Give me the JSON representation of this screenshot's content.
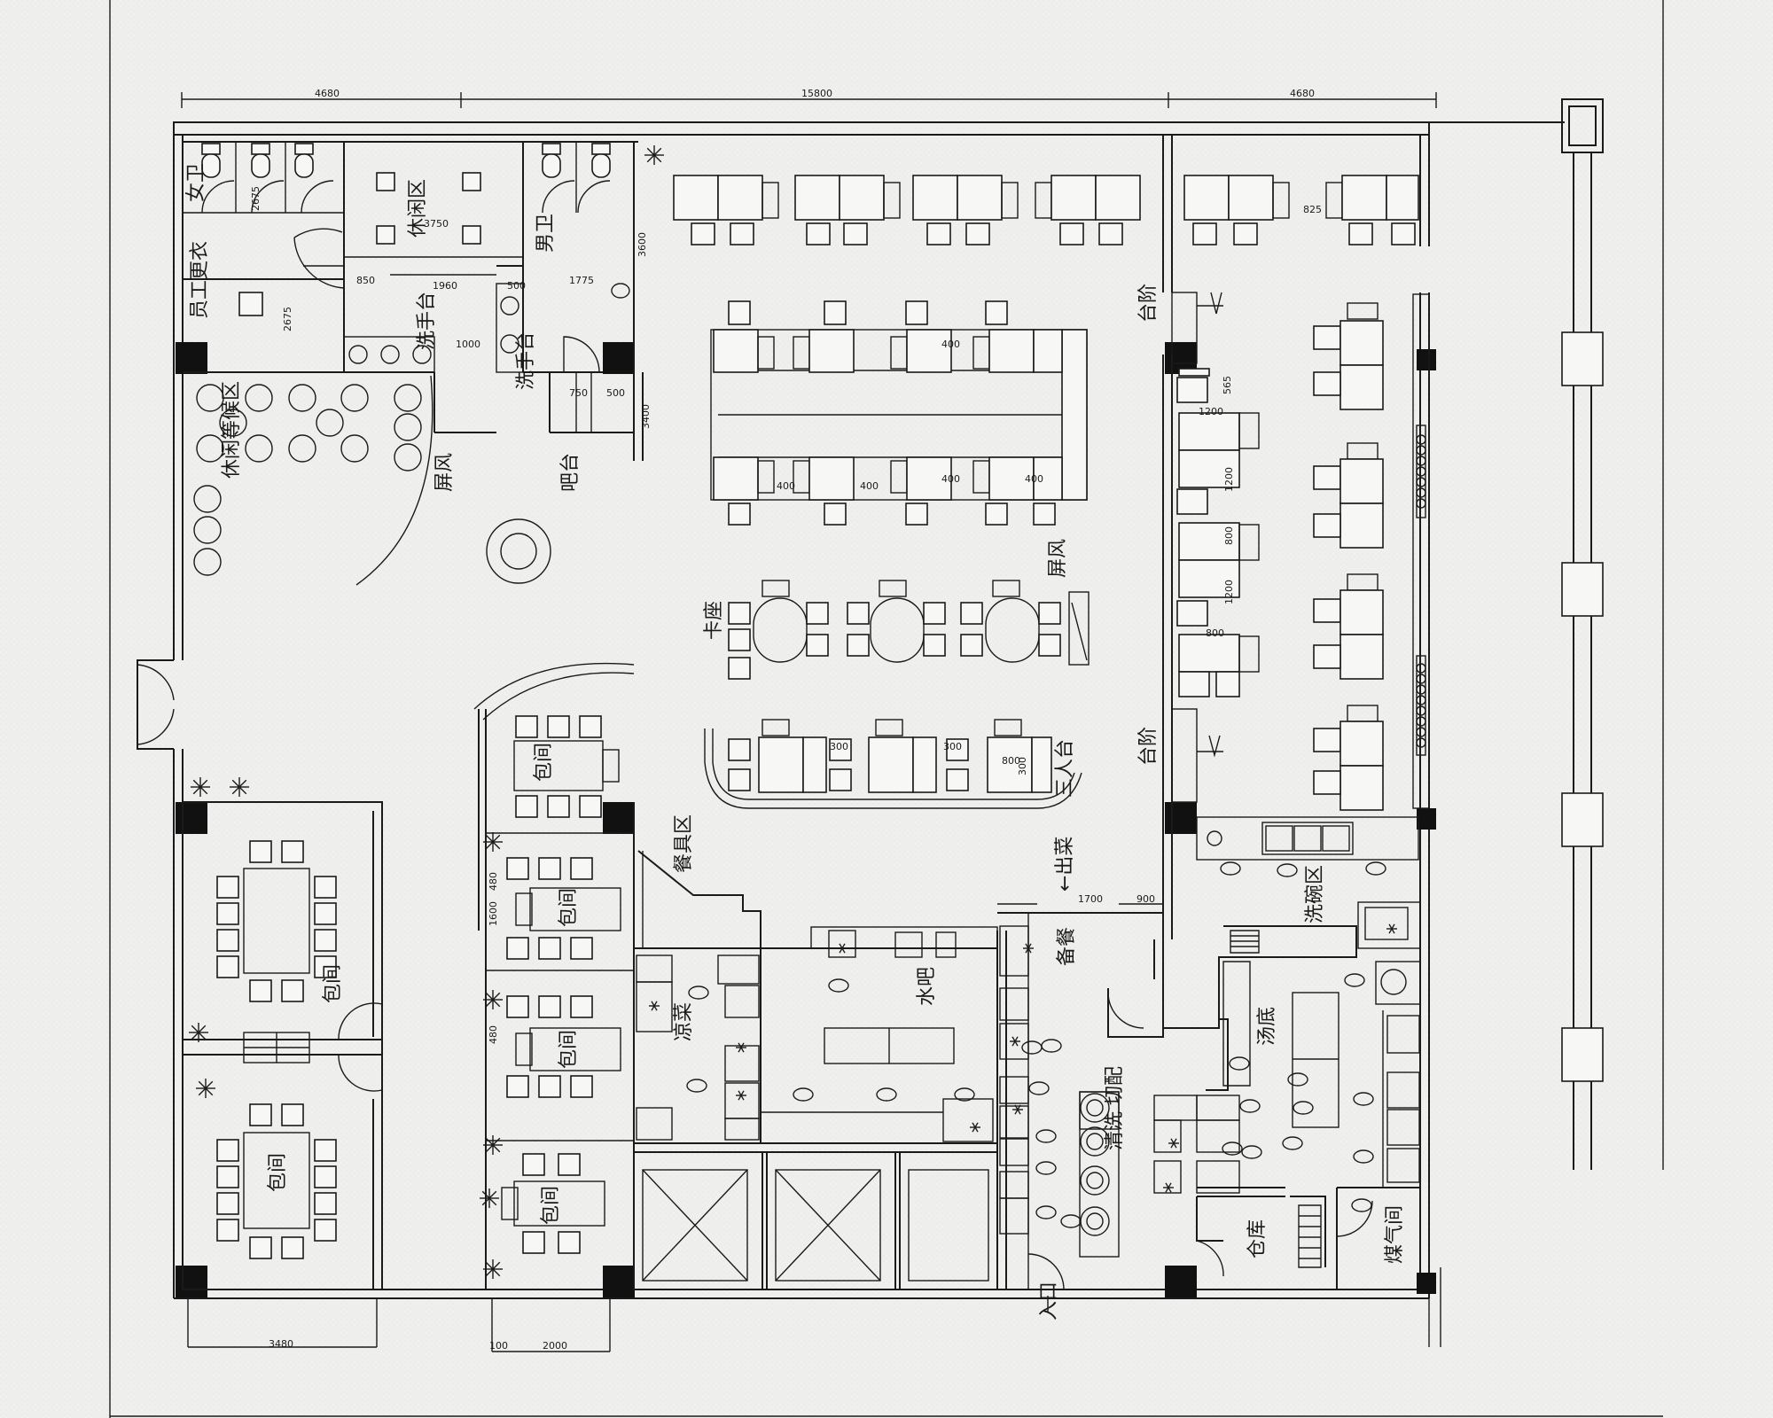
{
  "labels": {
    "women_wc": "女卫",
    "men_wc": "男卫",
    "lounge": "休闲区",
    "staff_room": "员工更衣",
    "basin_left": "洗手台",
    "basin_right": "洗手台",
    "screen_1": "屏风",
    "screen_2": "屏风",
    "front_desk": "吧台",
    "leisure_wait": "休闲等候区",
    "bar_seating": "卡座",
    "private_room_1": "包间",
    "private_room_2": "包间",
    "private_room_3": "包间",
    "private_room_4": "包间",
    "private_room_5": "包间",
    "private_room_6": "包间",
    "side_table": "台阶",
    "side_table_2": "台阶",
    "cashier": "三人台",
    "serving_zone": "餐具区",
    "exit_dish": "←出菜",
    "prep": "备餐",
    "water_bar": "水吧",
    "cold_dish": "凉菜",
    "dishwash": "洗碗区",
    "soup": "汤底",
    "wash_cut": "清洗 切配",
    "storage": "仓库",
    "fuel": "煤气间",
    "entry": "入口"
  },
  "dimensions": {
    "top_left": "4680",
    "top_mid": "15800",
    "top_right": "4680",
    "bottom_left": "3480",
    "bottom_a": "100",
    "bottom_b": "2000",
    "d2675a": "2675",
    "d2675b": "2675",
    "d3750": "3750",
    "d1960": "1960",
    "d1775": "1775",
    "d850": "850",
    "d500a": "500",
    "d1000": "1000",
    "d750": "750",
    "d500b": "500",
    "d3600": "3600",
    "d3400": "3400",
    "d400a": "400",
    "d400b": "400",
    "d400c": "400",
    "d400d": "400",
    "d400e": "400",
    "d825": "825",
    "d565": "565",
    "d1200a": "1200",
    "d1200b": "1200",
    "d1200c": "1200",
    "d800a": "800",
    "d800b": "800",
    "d800c": "800",
    "d300a": "300",
    "d300b": "300",
    "d300c": "300",
    "d1700": "1700",
    "d900": "900",
    "d480a": "480",
    "d480b": "480",
    "d1600": "1600"
  },
  "colors": {
    "paper": "#eeeeec",
    "ink": "#1a1a1a"
  }
}
